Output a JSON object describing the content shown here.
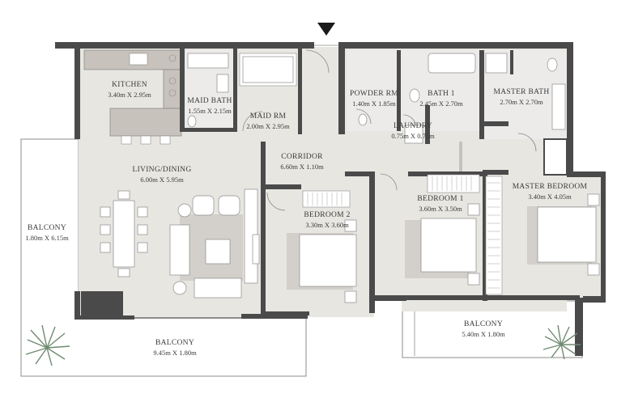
{
  "colors": {
    "wall": "#4a4a4a",
    "floor": "#e8e6e1",
    "carpet": "#d3cfca",
    "tile": "#ecebea",
    "balcony": "#ffffff",
    "furniture": "#ffffff",
    "line": "#8c8c8c",
    "plant": "#6f8a70",
    "kitchen_counter": "#c7c2bb"
  },
  "entry_marker": "arrow-down-icon",
  "rooms": {
    "kitchen": {
      "name": "KITCHEN",
      "dims": "3.40m X 2.95m"
    },
    "maid_bath": {
      "name": "MAID BATH",
      "dims": "1.55m X 2.15m"
    },
    "maid_rm": {
      "name": "MAID RM",
      "dims": "2.00m X 2.95m"
    },
    "powder_rm": {
      "name": "POWDER RM",
      "dims": "1.40m X 1.85m"
    },
    "bath1": {
      "name": "BATH 1",
      "dims": "2.45m X 2.70m"
    },
    "laundry": {
      "name": "LAUNDRY",
      "dims": "0.75m X 0.75m"
    },
    "master_bath": {
      "name": "MASTER BATH",
      "dims": "2.70m X 2.70m"
    },
    "corridor": {
      "name": "CORRIDOR",
      "dims": "6.60m X 1.10m"
    },
    "living": {
      "name": "LIVING/DINING",
      "dims": "6.00m X 5.95m"
    },
    "balcony_left": {
      "name": "BALCONY",
      "dims": "1.80m X 6.15m"
    },
    "bedroom2": {
      "name": "BEDROOM 2",
      "dims": "3.30m X 3.60m"
    },
    "bedroom1": {
      "name": "BEDROOM 1",
      "dims": "3.60m X 3.50m"
    },
    "master_bedroom": {
      "name": "MASTER BEDROOM",
      "dims": "3.40m X 4.05m"
    },
    "balcony_bottom": {
      "name": "BALCONY",
      "dims": "9.45m X 1.80m"
    },
    "balcony_right": {
      "name": "BALCONY",
      "dims": "5.40m X 1.80m"
    }
  }
}
